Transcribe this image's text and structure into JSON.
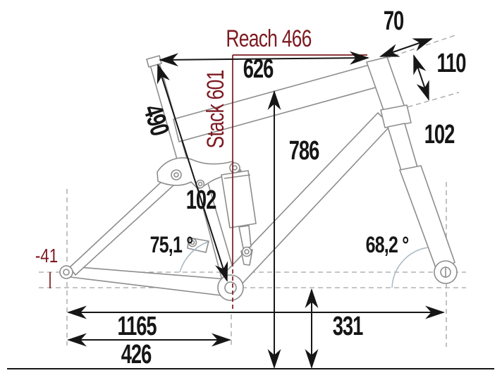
{
  "measurements": {
    "reach": "Reach 466",
    "stack": "Stack 601",
    "top_tube_horizontal": "626",
    "seat_tube": "490",
    "standover": "786",
    "stem": "70",
    "head_tube": "110",
    "fork": "102",
    "shock": "102",
    "seat_tube_angle": "75,1 °",
    "head_tube_angle": "68,2 °",
    "bb_drop": "-41",
    "wheelbase": "1165",
    "chainstay": "426",
    "bb_height": "331"
  },
  "colors": {
    "accent_red": "#7d1b22",
    "ink_black": "#161616",
    "frame_gray": "#8d8d8d",
    "guide_gray": "#a2a2a2",
    "arc_gray_blue": "#a9b8c2",
    "background": "#ffffff"
  }
}
